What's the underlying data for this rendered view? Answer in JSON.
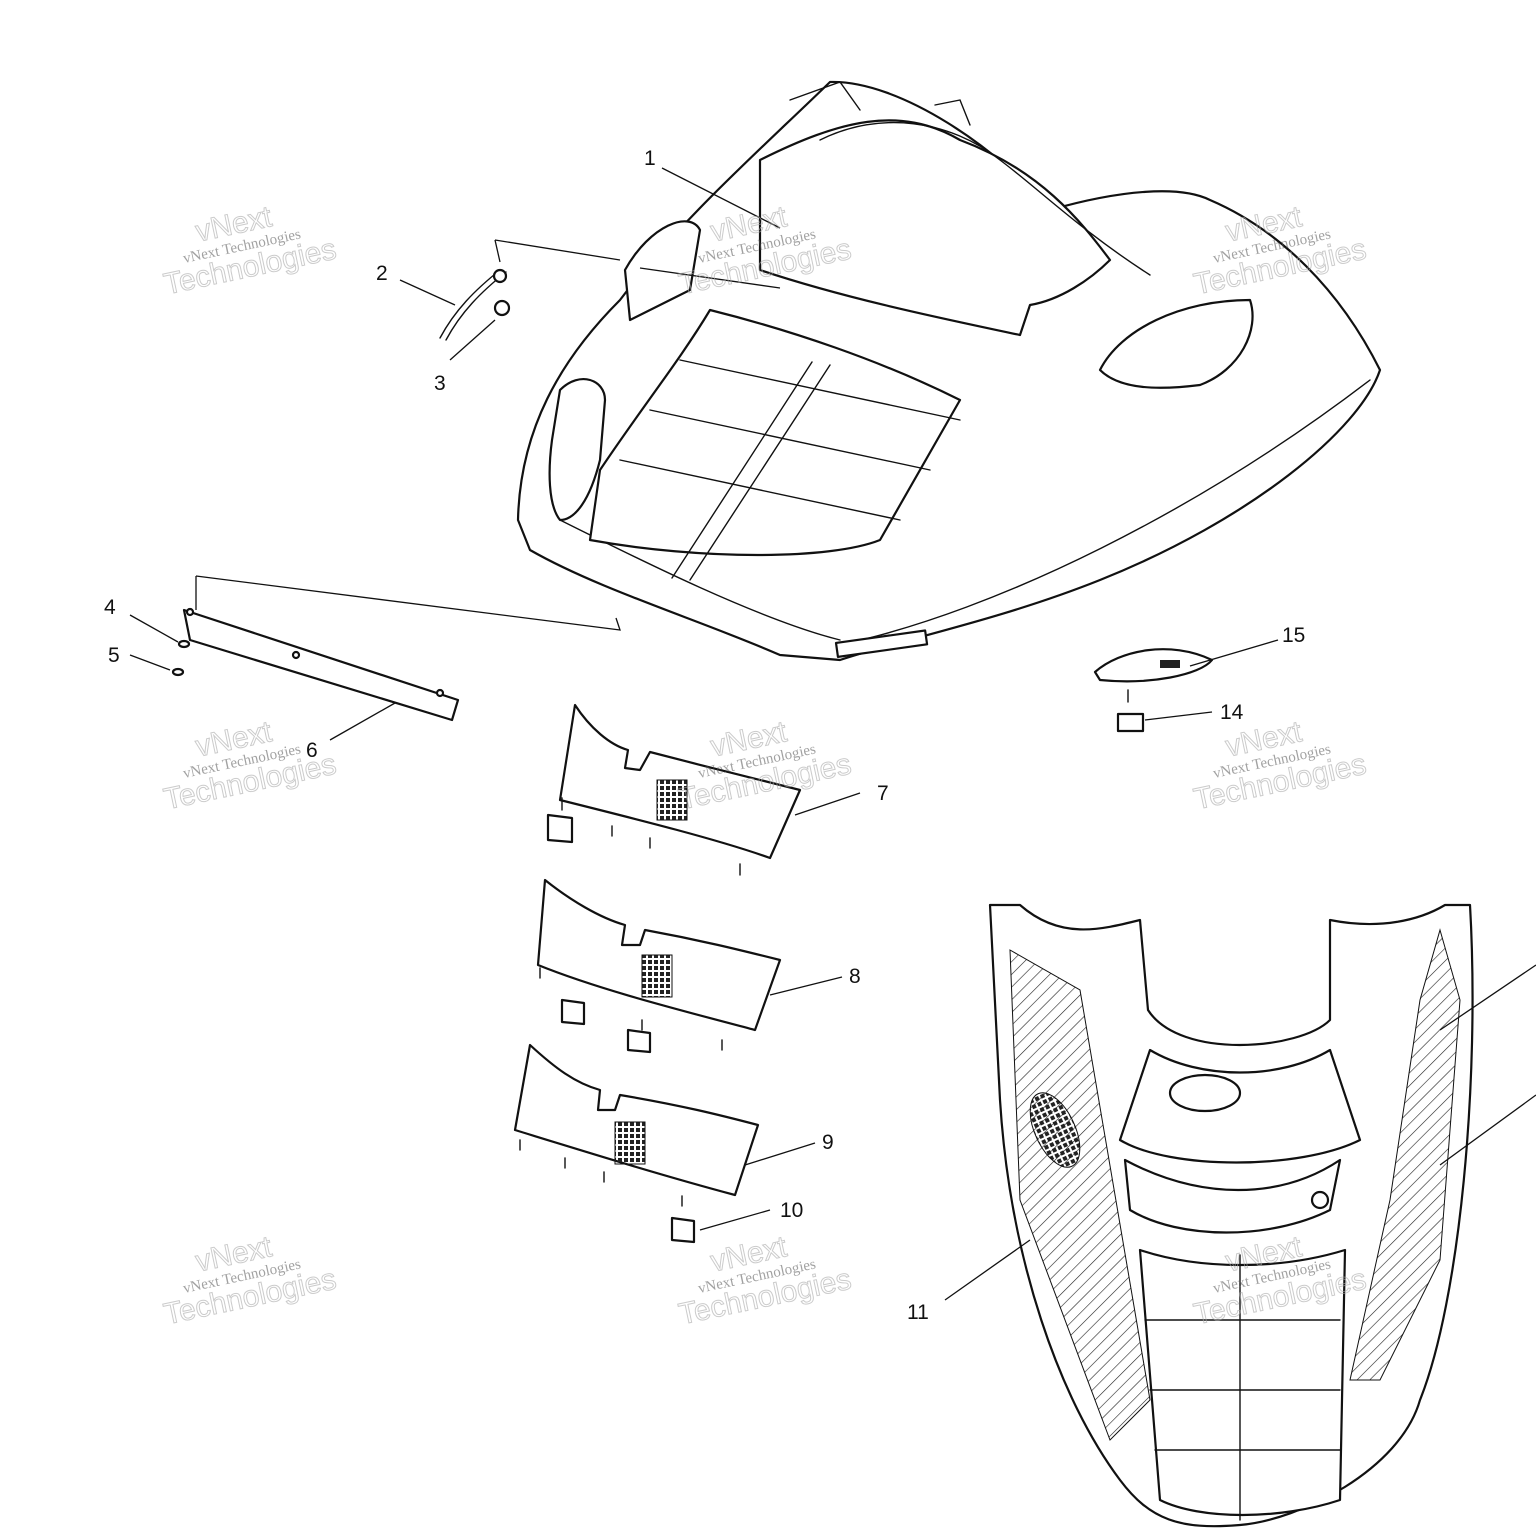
{
  "callouts": [
    "1",
    "2",
    "3",
    "4",
    "5",
    "6",
    "7",
    "8",
    "9",
    "10",
    "11",
    "14",
    "15"
  ],
  "watermark": {
    "line1": "vNext",
    "line2": "vNext Technologies",
    "line3": "Technologies"
  },
  "colors": {
    "ink": "#111111",
    "paper": "#ffffff",
    "watermark": "#aaaaaa"
  }
}
